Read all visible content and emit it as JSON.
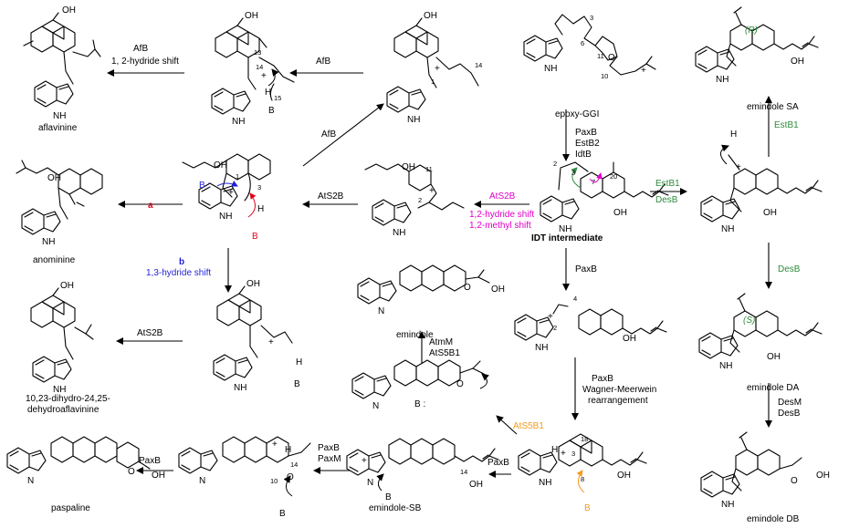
{
  "colors": {
    "black": "#000000",
    "red": "#e3001b",
    "blue": "#1f1fd6",
    "green": "#2e8b3c",
    "magenta": "#e000c8",
    "orange": "#f29a1e"
  },
  "compounds": {
    "aflavinine": "aflavinine",
    "anominine": "anominine",
    "dihydro": "10,23-dihydro-24,25-dehydroaflavinine",
    "epoxy_ggi": "epoxy-GGI",
    "idt": "IDT intermediate",
    "emindole_sa": "emindole SA",
    "emindole_da": "emindole DA",
    "emindole_db": "emindole DB",
    "emindole": "emindole",
    "emindole_sb": "emindole-SB",
    "paspaline": "paspaline"
  },
  "enzymes": {
    "afb": "AfB",
    "afb_shift": "1, 2-hydride shift",
    "ats2b": "AtS2B",
    "ats2b_shift1": "1,2-hydride shift",
    "ats2b_shift2": "1,2-methyl shift",
    "paxb": "PaxB",
    "estb2": "EstB2",
    "idtb": "IdtB",
    "estb1": "EstB1",
    "desb": "DesB",
    "desm": "DesM",
    "atmm": "AtmM",
    "ats5b1": "AtS5B1",
    "paxm": "PaxM",
    "wm1": "Wagner-Meerwein",
    "wm2": "rearrangement",
    "path_a": "a",
    "path_b": "b",
    "path_b_shift": "1,3-hydride shift"
  },
  "labels": {
    "oh": "OH",
    "nh": "NH",
    "n": "N",
    "h": "H",
    "o": "O",
    "b": "B",
    "b_colon": "B :",
    "b_colon2": "B :",
    "plus": "+",
    "r_stereo": "(R)",
    "s_stereo": "(S)",
    "dots": "..",
    "n1": "1",
    "n2": "2",
    "n3": "3",
    "n4": "4",
    "n6": "6",
    "n7": "7",
    "n8": "8",
    "n10": "10",
    "n11": "11",
    "n13": "13",
    "n14": "14",
    "n15": "15",
    "n18": "18",
    "n20": "20"
  }
}
